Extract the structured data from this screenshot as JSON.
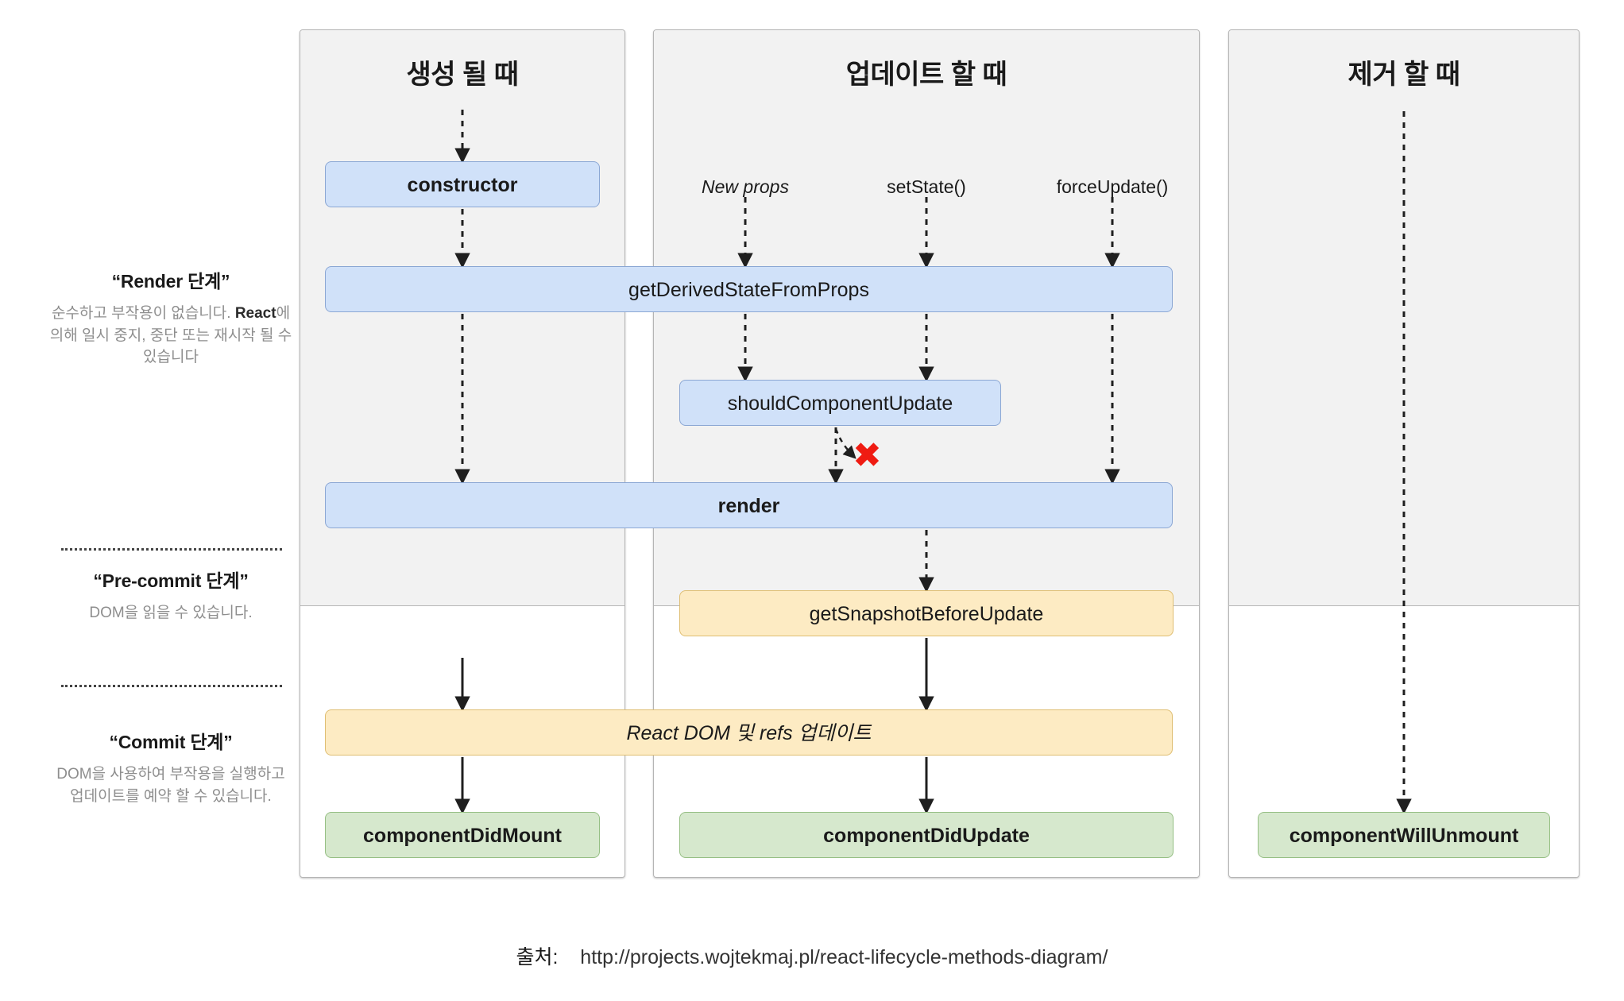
{
  "legend": {
    "phases": [
      {
        "id": "render",
        "title": "“Render 단계”",
        "desc_parts": [
          "순수하고 부작용이 없습니다. ",
          "React",
          "에 의해 일시 중지, 중단 또는 재시작 될 수 있습니다"
        ]
      },
      {
        "id": "pre-commit",
        "title": "“Pre-commit 단계”",
        "desc_parts": [
          "DOM을 읽을 수 있습니다.",
          "",
          ""
        ]
      },
      {
        "id": "commit",
        "title": "“Commit 단계”",
        "desc_parts": [
          "DOM을 사용하여 부작용을 실행하고 업데이트를 예약 할 수 있습니다.",
          "",
          ""
        ]
      }
    ]
  },
  "panels": [
    {
      "id": "mount",
      "title": "생성 될 때"
    },
    {
      "id": "update",
      "title": "업데이트 할 때"
    },
    {
      "id": "unmount",
      "title": "제거 할 때"
    }
  ],
  "triggers": [
    {
      "id": "new-props",
      "label": "New props",
      "italic": true
    },
    {
      "id": "set-state",
      "label": "setState()",
      "italic": false
    },
    {
      "id": "force-update",
      "label": "forceUpdate()",
      "italic": false
    }
  ],
  "boxes": {
    "constructor": "constructor",
    "get_derived_state": "getDerivedStateFromProps",
    "should_component_update": "shouldComponentUpdate",
    "render": "render",
    "get_snapshot": "getSnapshotBeforeUpdate",
    "react_dom_refs": "React DOM 및 refs 업데이트",
    "component_did_mount": "componentDidMount",
    "component_did_update": "componentDidUpdate",
    "component_will_unmount": "componentWillUnmount"
  },
  "markers": {
    "abort_x": "✖"
  },
  "footer": {
    "source_label": "출처:",
    "source_url": "http://projects.wojtekmaj.pl/react-lifecycle-methods-diagram/"
  },
  "colors": {
    "blue_fill": "#d0e1f9",
    "blue_border": "#8ba7d4",
    "yellow_fill": "#fdebc3",
    "yellow_border": "#dfbe72",
    "green_fill": "#d6e8cd",
    "green_border": "#96bf84",
    "panel_upper": "#f2f2f2",
    "abort_red": "#ef1b12"
  }
}
